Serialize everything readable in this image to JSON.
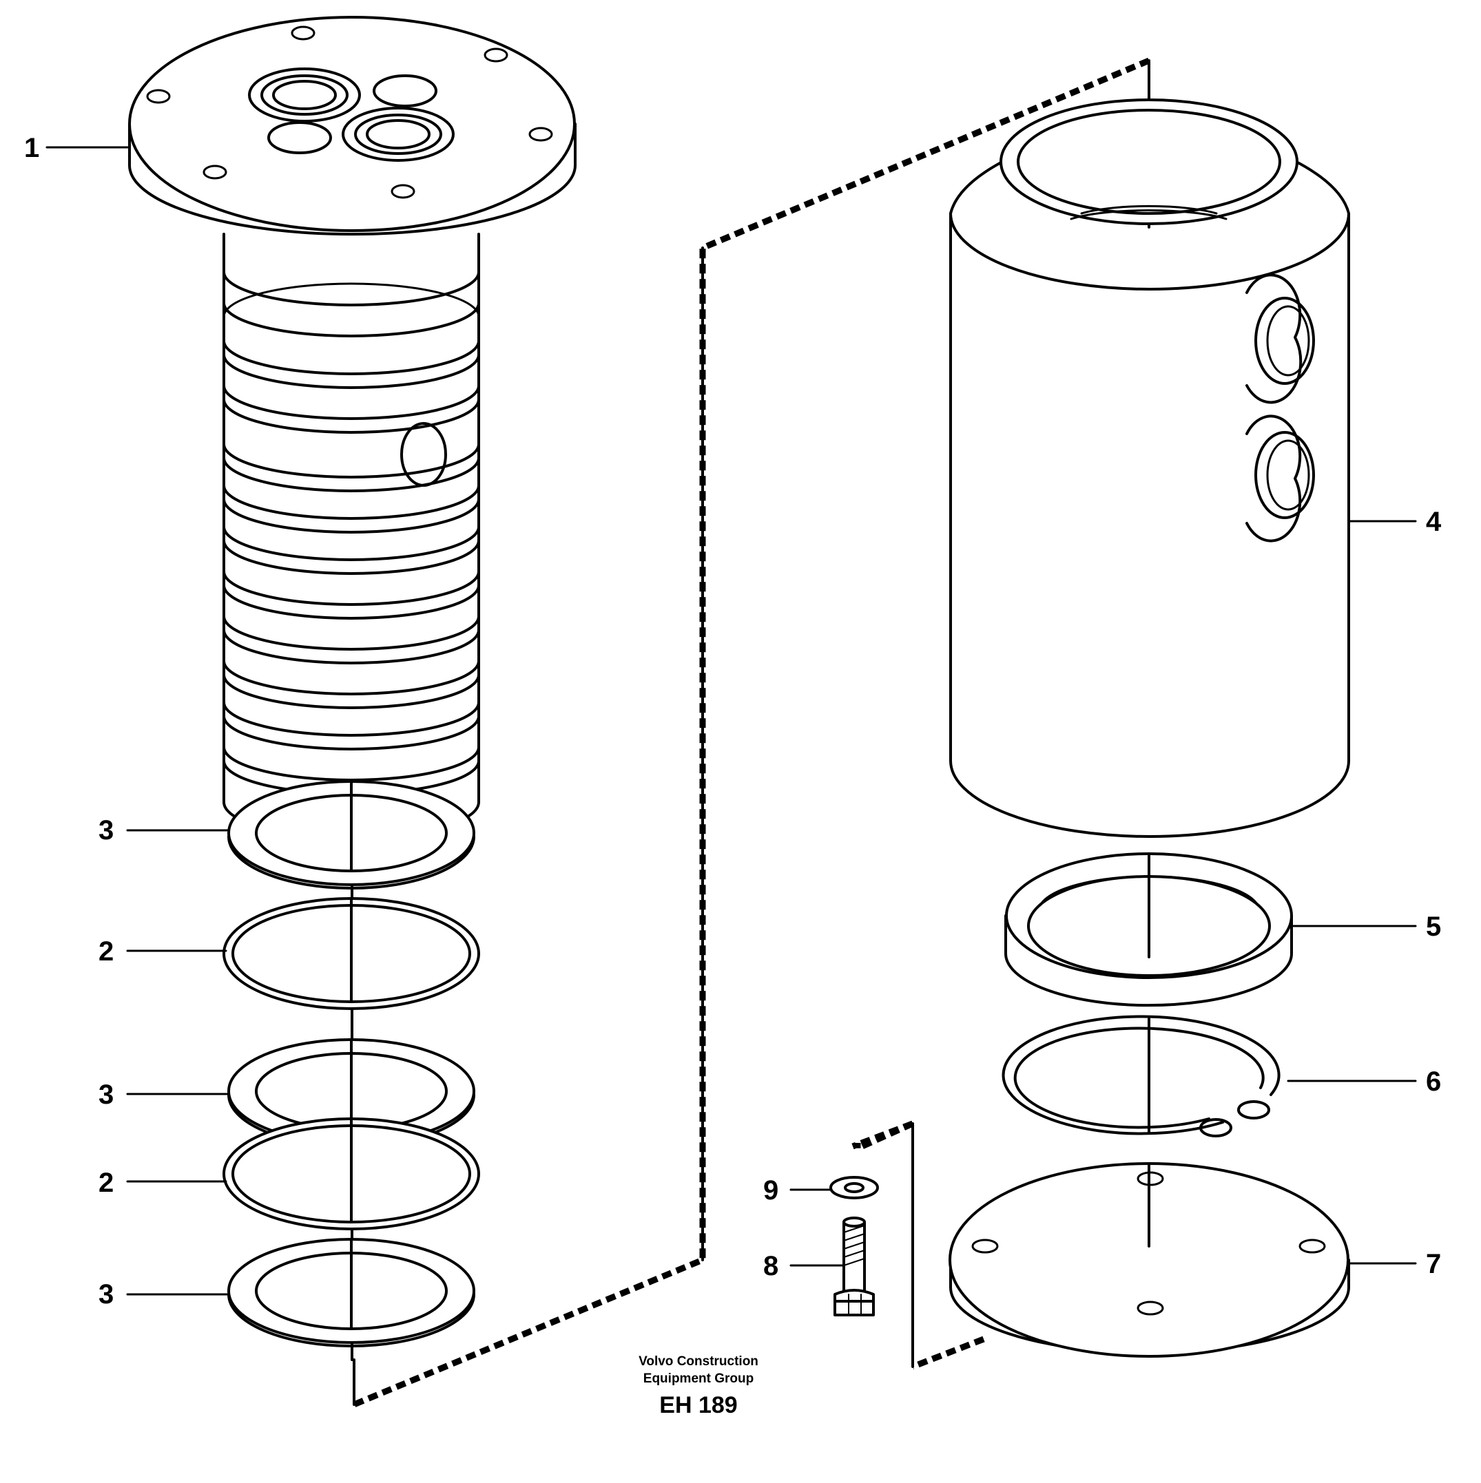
{
  "diagram": {
    "parts": [
      {
        "id": "part-1",
        "label": "1"
      },
      {
        "id": "part-2a",
        "label": "2"
      },
      {
        "id": "part-2b",
        "label": "2"
      },
      {
        "id": "part-3a",
        "label": "3"
      },
      {
        "id": "part-3b",
        "label": "3"
      },
      {
        "id": "part-3c",
        "label": "3"
      },
      {
        "id": "part-4",
        "label": "4"
      },
      {
        "id": "part-5",
        "label": "5"
      },
      {
        "id": "part-6",
        "label": "6"
      },
      {
        "id": "part-7",
        "label": "7"
      },
      {
        "id": "part-8",
        "label": "8"
      },
      {
        "id": "part-9",
        "label": "9"
      }
    ],
    "caption": {
      "line1": "Volvo Construction",
      "line2": "Equipment Group",
      "code": "EH 189"
    },
    "colors": {
      "ink": "#000000",
      "paper": "#ffffff"
    }
  }
}
